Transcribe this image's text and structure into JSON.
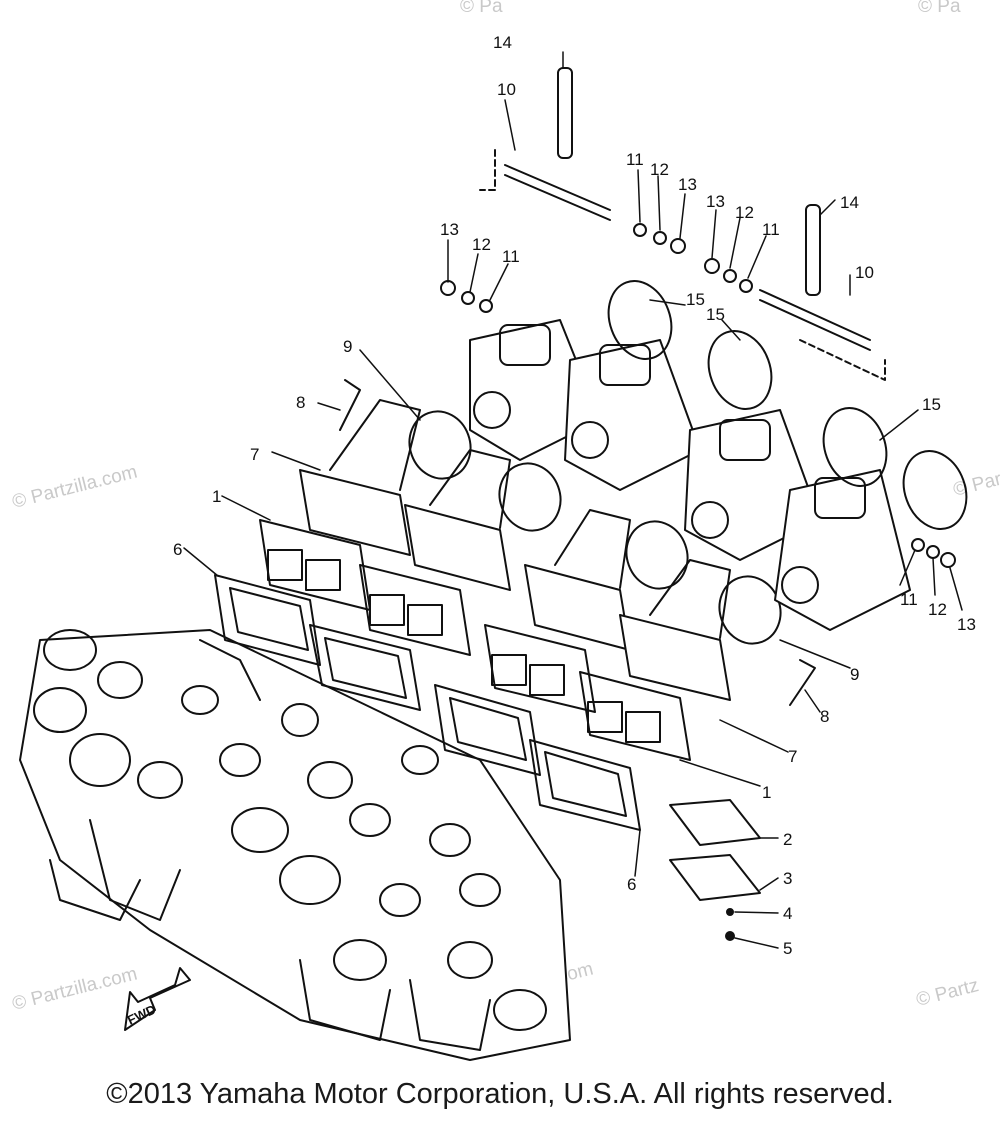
{
  "callouts": [
    "1",
    "2",
    "3",
    "4",
    "5",
    "6",
    "7",
    "8",
    "9",
    "10",
    "11",
    "12",
    "13",
    "14",
    "15"
  ],
  "labels": {
    "l14a": "14",
    "l10a": "10",
    "l11a": "11",
    "l12a": "12",
    "l13a": "13",
    "l13b": "13",
    "l12b": "12",
    "l11b": "11",
    "l14b": "14",
    "l10b": "10",
    "l13c": "13",
    "l12c": "12",
    "l11c": "11",
    "l9a": "9",
    "l8a": "8",
    "l7a": "7",
    "l1a": "1",
    "l6a": "6",
    "l15a": "15",
    "l15b": "15",
    "l15c": "15",
    "l11d": "11",
    "l12d": "12",
    "l13d": "13",
    "l9b": "9",
    "l8b": "8",
    "l7b": "7",
    "l1b": "1",
    "l2": "2",
    "l3": "3",
    "l4": "4",
    "l5": "5",
    "l6b": "6"
  },
  "fwd_label": "FWD",
  "watermark": {
    "left": "© Partzilla.com",
    "bottom_left": "© Partzilla.com",
    "bottom_center": "© Partzilla.com",
    "bottom_right": "© Partz",
    "top_center": "© Pa",
    "top_right": "© Pa",
    "right_edge": "© Partz"
  },
  "copyright": "©2013 Yamaha Motor Corporation, U.S.A. All rights reserved.",
  "colors": {
    "ink": "#111111",
    "watermark": "#c9c9c9"
  }
}
